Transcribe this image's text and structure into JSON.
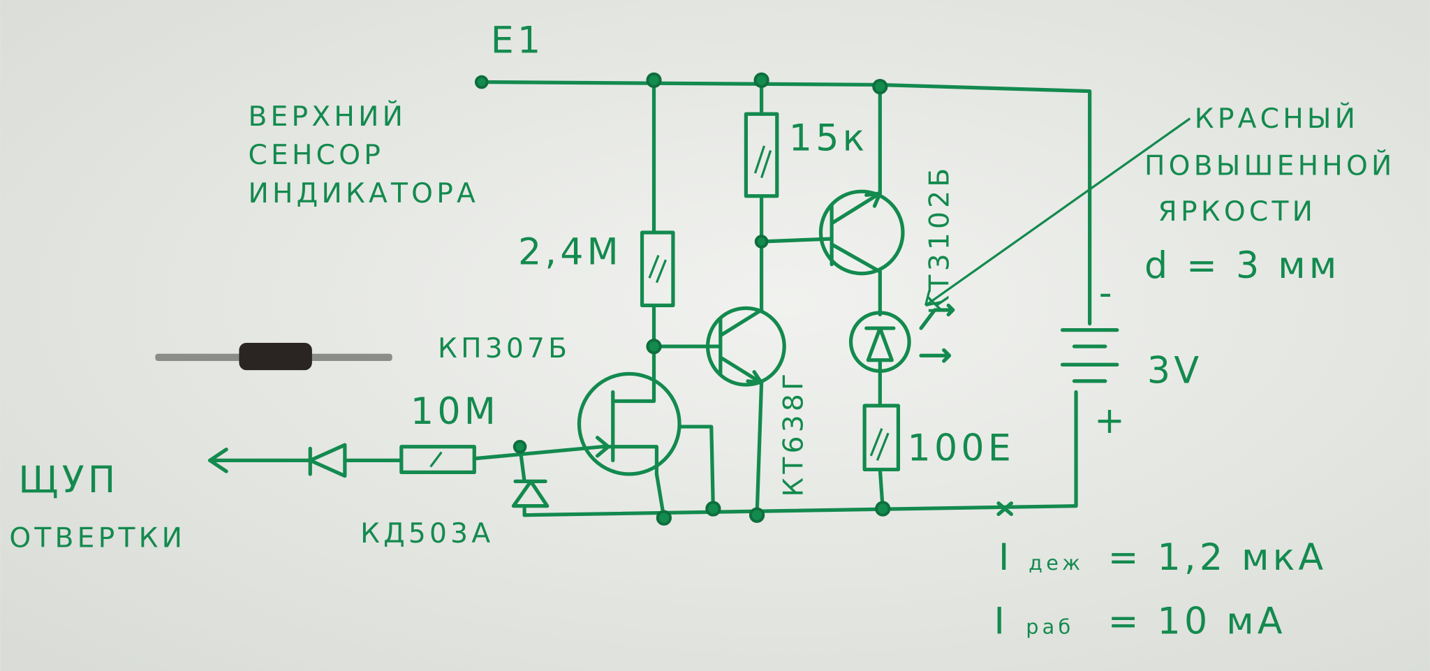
{
  "title_terminal": "E1",
  "sensor_label": [
    "ВЕРХНИЙ",
    "СЕНСОР",
    "ИНДИКАТОРА"
  ],
  "components": {
    "r_15k": "15к",
    "r_2_4m": "2,4М",
    "r_10m": "10М",
    "r_100e": "100Е",
    "q_jfet": "КП307Б",
    "q_lower": "КТ638Г",
    "q_upper": "КТ3102Б",
    "diode_zener": "КД503А"
  },
  "led_label": [
    "КРАСНЫЙ",
    "ПОВЫШЕННОЙ",
    "ЯРКОСТИ"
  ],
  "led_diameter": "d = 3 мм",
  "battery": {
    "minus": "-",
    "plus": "+",
    "voltage": "3V"
  },
  "probe_label": [
    "ЩУП",
    "ОТВЕРТКИ"
  ],
  "currents": [
    {
      "symbol": "I",
      "sub": "деж",
      "value": "= 1,2 мкА"
    },
    {
      "symbol": "I",
      "sub": "раб",
      "value": "= 10 мА"
    }
  ],
  "colors": {
    "ink": "#138a4e",
    "paper": "#e6e8e4"
  }
}
